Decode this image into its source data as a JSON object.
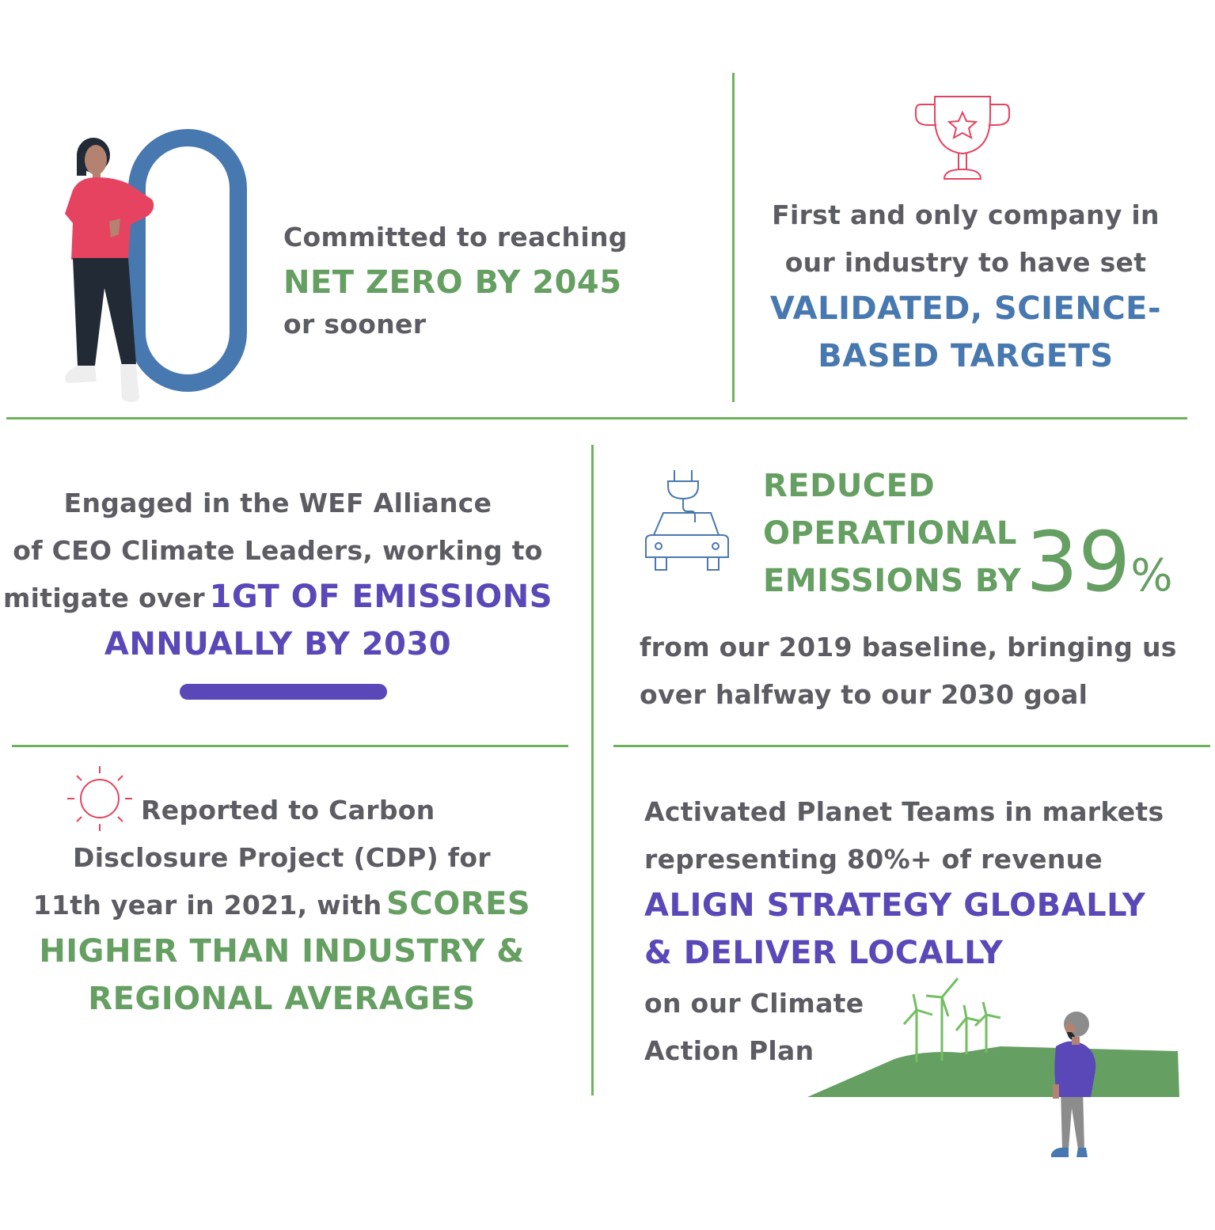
{
  "colors": {
    "green": "#659f62",
    "blue": "#4878b0",
    "purple": "#5a48b8",
    "gray": "#5c5c63",
    "divider": "#6db35b",
    "red": "#e64360"
  },
  "net_zero": {
    "line1": "Committed to reaching",
    "highlight": "NET ZERO BY 2045",
    "line3": "or sooner",
    "icon": "zero-with-woman-illustration"
  },
  "sbt": {
    "line1": "First and only company in",
    "line2": "our industry to have set",
    "highlight1": "VALIDATED, SCIENCE-",
    "highlight2": "BASED TARGETS",
    "icon": "trophy-star-icon"
  },
  "wef": {
    "line1": "Engaged in the WEF Alliance",
    "line2": "of CEO Climate Leaders, working to",
    "line3_pre": "mitigate over",
    "highlight1": "1GT OF EMISSIONS",
    "highlight2": "ANNUALLY BY 2030"
  },
  "emissions": {
    "h1": "REDUCED",
    "h2": "OPERATIONAL",
    "h3": "EMISSIONS BY",
    "number": "39",
    "unit": "%",
    "line1": "from our 2019 baseline, bringing us",
    "line2": "over halfway to our 2030 goal",
    "icon": "electric-car-plug-icon"
  },
  "cdp": {
    "line1": "Reported to Carbon",
    "line2": "Disclosure Project (CDP) for",
    "line3_pre": "11th year in 2021, with",
    "highlight1": "SCORES",
    "highlight2": "HIGHER THAN INDUSTRY &",
    "highlight3": "REGIONAL AVERAGES",
    "icon": "sun-icon"
  },
  "planet": {
    "line1": "Activated Planet Teams in markets",
    "line2": "representing 80%+ of revenue",
    "highlight1": "ALIGN STRATEGY GLOBALLY",
    "highlight2": "& DELIVER LOCALLY",
    "line5": "on our Climate",
    "line6": "Action Plan",
    "icon": "wind-turbines-landscape-illustration"
  }
}
